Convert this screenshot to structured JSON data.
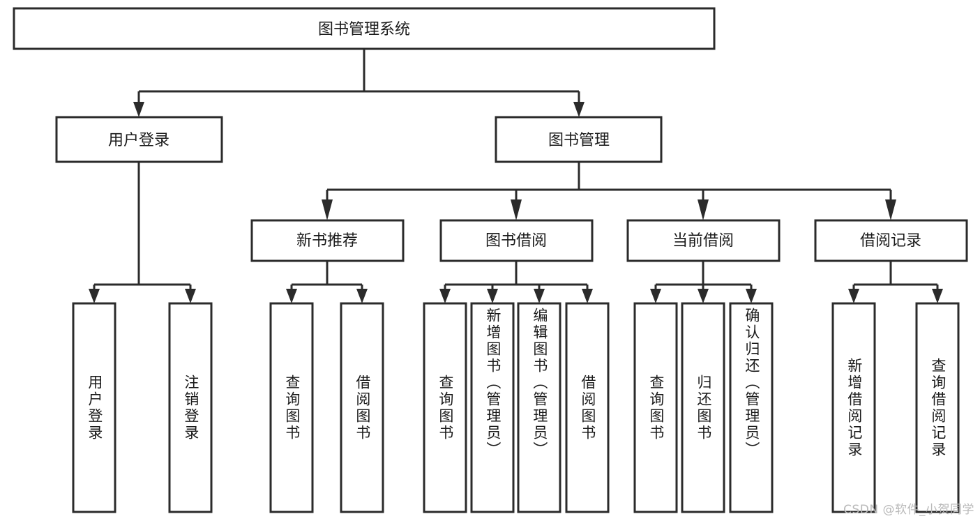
{
  "diagram": {
    "title": "图书管理系统",
    "type": "tree-hierarchy",
    "orientation": "top-down",
    "nodes": {
      "root": {
        "label": "图书管理系统",
        "level": 1,
        "text_direction": "horizontal"
      },
      "user_login": {
        "label": "用户登录",
        "level": 2,
        "text_direction": "horizontal"
      },
      "book_manage": {
        "label": "图书管理",
        "level": 2,
        "text_direction": "horizontal"
      },
      "new_book_rec": {
        "label": "新书推荐",
        "level": 3,
        "text_direction": "horizontal"
      },
      "book_borrow": {
        "label": "图书借阅",
        "level": 3,
        "text_direction": "horizontal"
      },
      "current_borrow": {
        "label": "当前借阅",
        "level": 3,
        "text_direction": "horizontal"
      },
      "borrow_record": {
        "label": "借阅记录",
        "level": 3,
        "text_direction": "horizontal"
      },
      "leaf_user_login": {
        "label": "用户登录",
        "level": 4,
        "text_direction": "vertical"
      },
      "leaf_logout": {
        "label": "注销登录",
        "level": 4,
        "text_direction": "vertical"
      },
      "leaf_query_book_a": {
        "label": "查询图书",
        "level": 4,
        "text_direction": "vertical"
      },
      "leaf_borrow_book_a": {
        "label": "借阅图书",
        "level": 4,
        "text_direction": "vertical"
      },
      "leaf_query_book_b": {
        "label": "查询图书",
        "level": 4,
        "text_direction": "vertical"
      },
      "leaf_add_book": {
        "label": "新增图书（管理员）",
        "level": 4,
        "text_direction": "vertical"
      },
      "leaf_edit_book": {
        "label": "编辑图书（管理员）",
        "level": 4,
        "text_direction": "vertical"
      },
      "leaf_borrow_book_b": {
        "label": "借阅图书",
        "level": 4,
        "text_direction": "vertical"
      },
      "leaf_query_book_c": {
        "label": "查询图书",
        "level": 4,
        "text_direction": "vertical"
      },
      "leaf_return_book": {
        "label": "归还图书",
        "level": 4,
        "text_direction": "vertical"
      },
      "leaf_confirm_return": {
        "label": "确认归还（管理员）",
        "level": 4,
        "text_direction": "vertical"
      },
      "leaf_add_record": {
        "label": "新增借阅记录",
        "level": 4,
        "text_direction": "vertical"
      },
      "leaf_query_record": {
        "label": "查询借阅记录",
        "level": 4,
        "text_direction": "vertical"
      }
    },
    "edges": [
      {
        "from": "root",
        "to": "user_login"
      },
      {
        "from": "root",
        "to": "book_manage"
      },
      {
        "from": "user_login",
        "to": "leaf_user_login"
      },
      {
        "from": "user_login",
        "to": "leaf_logout"
      },
      {
        "from": "book_manage",
        "to": "new_book_rec"
      },
      {
        "from": "book_manage",
        "to": "book_borrow"
      },
      {
        "from": "book_manage",
        "to": "current_borrow"
      },
      {
        "from": "book_manage",
        "to": "borrow_record"
      },
      {
        "from": "new_book_rec",
        "to": "leaf_query_book_a"
      },
      {
        "from": "new_book_rec",
        "to": "leaf_borrow_book_a"
      },
      {
        "from": "book_borrow",
        "to": "leaf_query_book_b"
      },
      {
        "from": "book_borrow",
        "to": "leaf_add_book"
      },
      {
        "from": "book_borrow",
        "to": "leaf_edit_book"
      },
      {
        "from": "book_borrow",
        "to": "leaf_borrow_book_b"
      },
      {
        "from": "current_borrow",
        "to": "leaf_query_book_c"
      },
      {
        "from": "current_borrow",
        "to": "leaf_return_book"
      },
      {
        "from": "current_borrow",
        "to": "leaf_confirm_return"
      },
      {
        "from": "borrow_record",
        "to": "leaf_add_record"
      },
      {
        "from": "borrow_record",
        "to": "leaf_query_record"
      }
    ],
    "colors": {
      "box_stroke": "#2b2b2b",
      "box_fill": "#ffffff",
      "text": "#1a1a1a",
      "background": "#ffffff",
      "watermark": "#b9b9b9"
    }
  },
  "watermark": {
    "text": "CSDN @软件_小贺同学"
  }
}
